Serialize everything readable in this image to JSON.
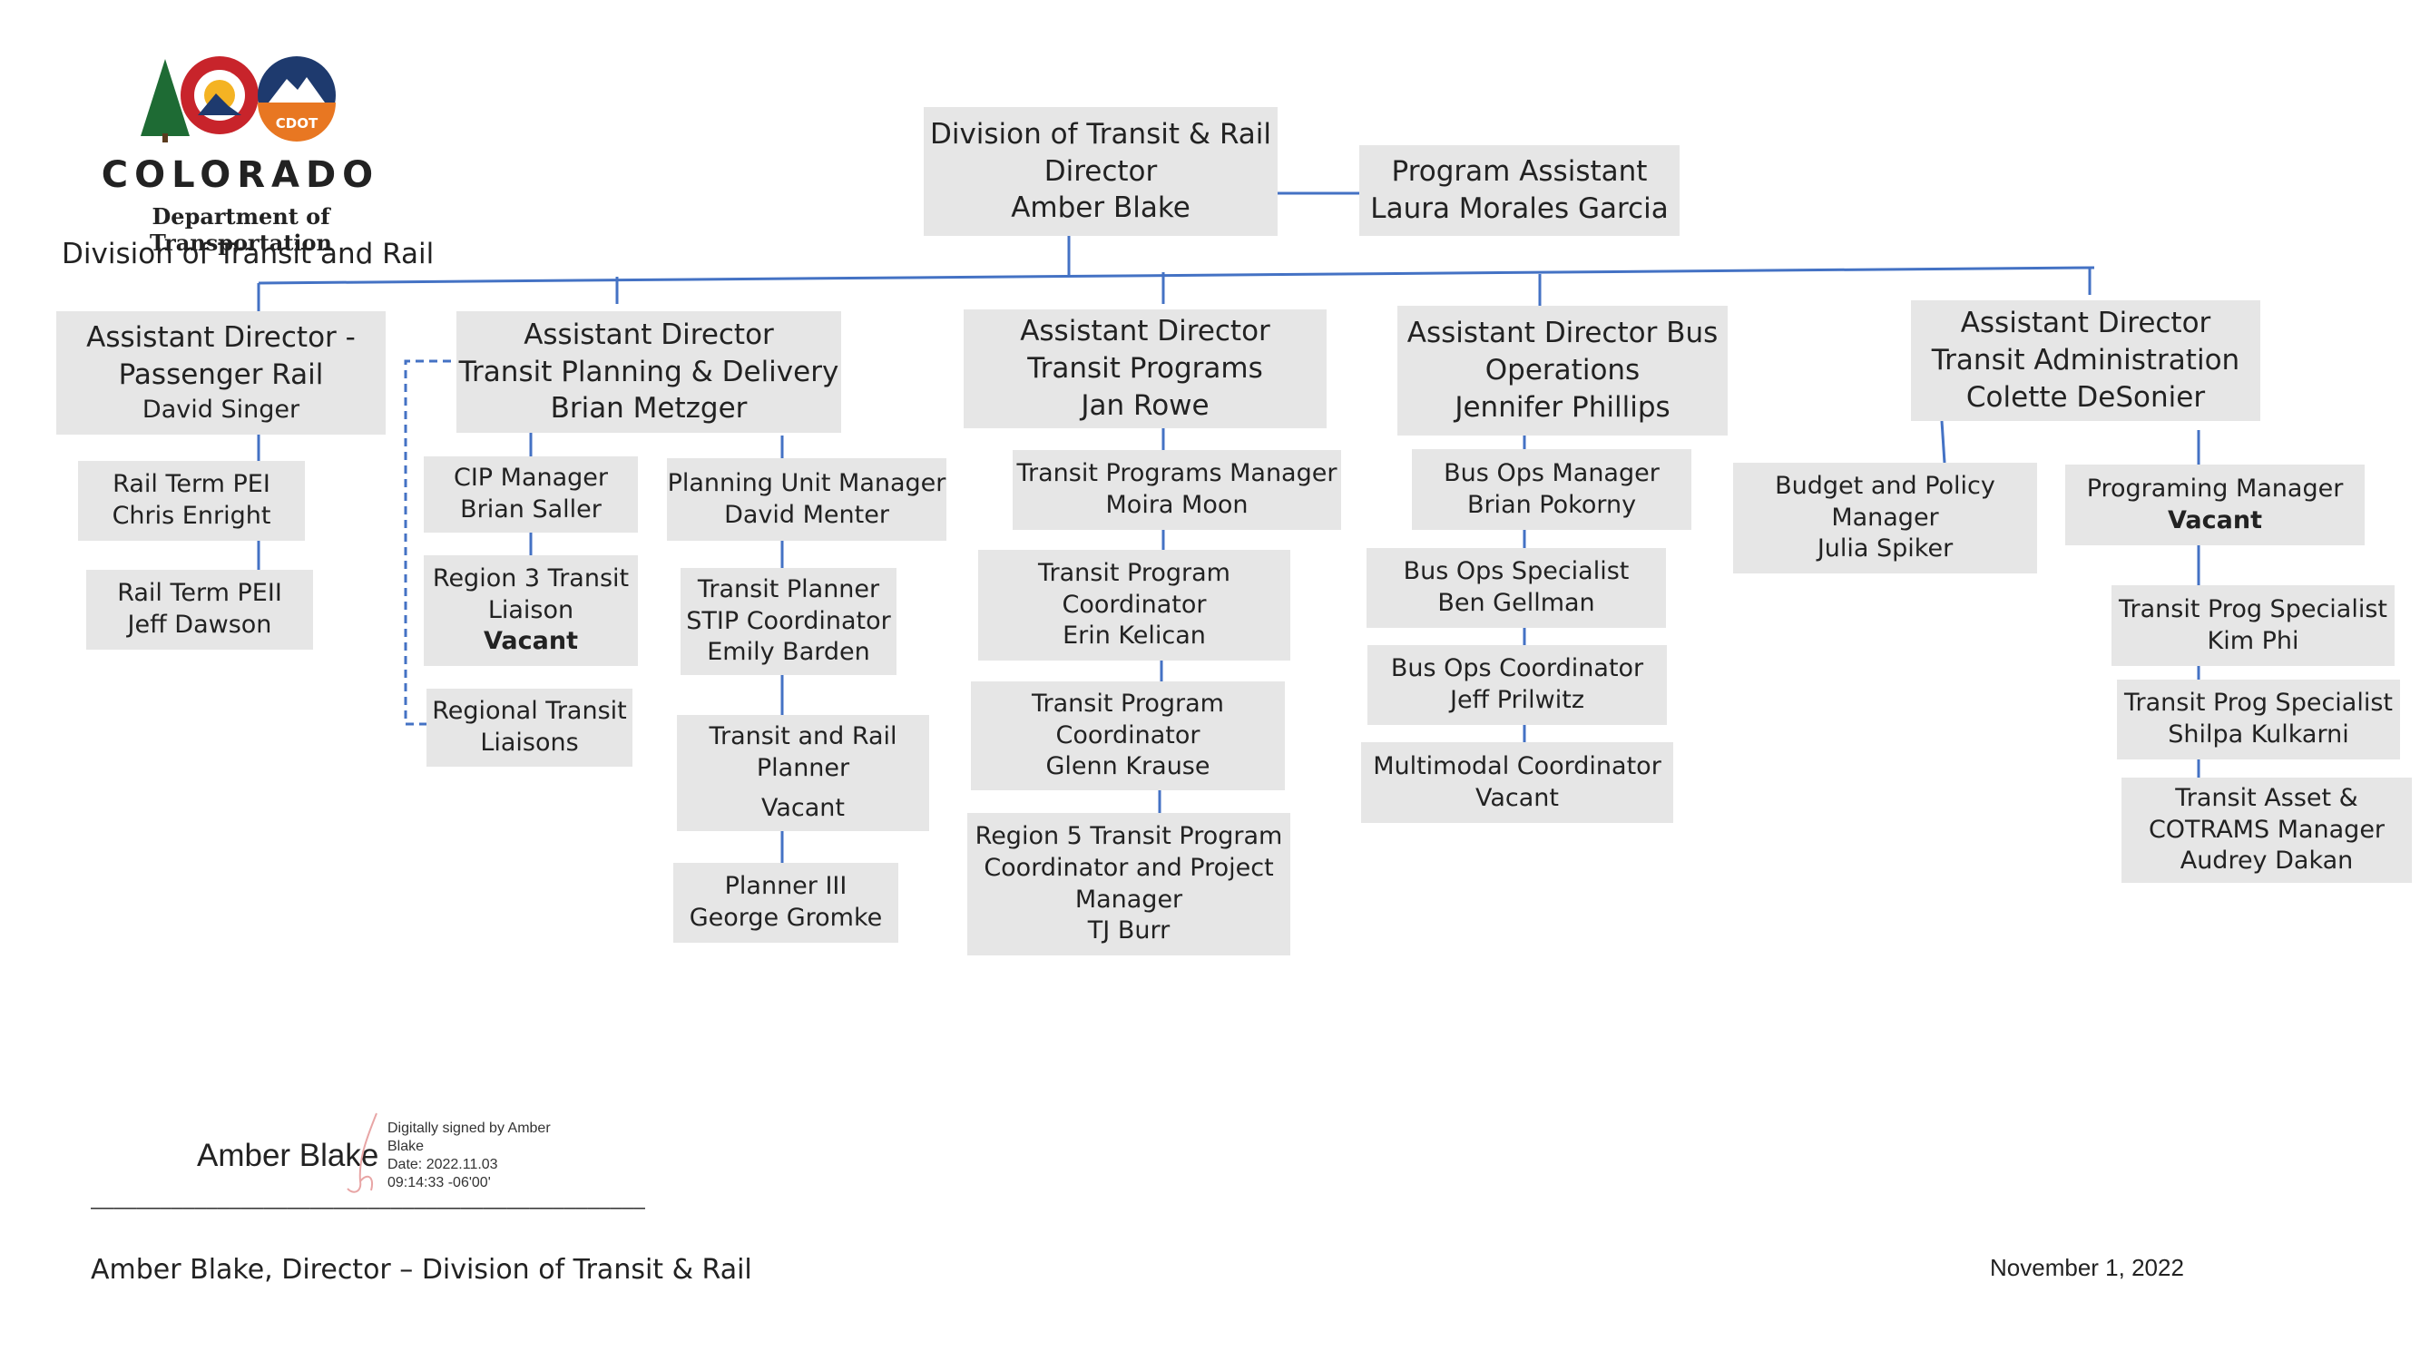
{
  "header": {
    "state_name": "COLORADO",
    "department": "Department of Transportation",
    "division": "Division of Transit and Rail",
    "logo_badge_text": "CDOT"
  },
  "director": {
    "title1": "Division of Transit & Rail",
    "title2": "Director",
    "name": "Amber Blake"
  },
  "program_assistant": {
    "title": "Program Assistant",
    "name": "Laura Morales Garcia"
  },
  "passenger_rail": {
    "head": {
      "title1": "Assistant Director -",
      "title2": "Passenger Rail",
      "name": "David Singer"
    },
    "rail_pei": {
      "title": "Rail Term PEI",
      "name": "Chris Enright"
    },
    "rail_peii": {
      "title": "Rail Term PEII",
      "name": "Jeff Dawson"
    }
  },
  "planning": {
    "head": {
      "title1": "Assistant Director",
      "title2": "Transit Planning & Delivery",
      "name": "Brian Metzger"
    },
    "cip": {
      "title": "CIP Manager",
      "name": "Brian Saller"
    },
    "region3": {
      "title1": "Region 3  Transit",
      "title2": "Liaison",
      "name": "Vacant"
    },
    "regional_liaisons": {
      "title1": "Regional Transit",
      "title2": "Liaisons"
    },
    "unit_manager": {
      "title": "Planning Unit Manager",
      "name": "David Menter"
    },
    "stip": {
      "title1": "Transit Planner",
      "title2": "STIP Coordinator",
      "name": "Emily Barden"
    },
    "rail_planner": {
      "title1": "Transit and Rail",
      "title2": "Planner",
      "name": "Vacant"
    },
    "planner3": {
      "title": "Planner III",
      "name": "George Gromke"
    }
  },
  "programs": {
    "head": {
      "title1": "Assistant Director",
      "title2": "Transit Programs",
      "name": "Jan Rowe"
    },
    "manager": {
      "title": "Transit Programs Manager",
      "name": "Moira Moon"
    },
    "coord1": {
      "title1": "Transit Program",
      "title2": "Coordinator",
      "name": "Erin Kelican"
    },
    "coord2": {
      "title1": "Transit Program",
      "title2": "Coordinator",
      "name": "Glenn Krause"
    },
    "region5": {
      "title1": "Region 5  Transit Program",
      "title2": "Coordinator and Project",
      "title3": "Manager",
      "name": "TJ Burr"
    }
  },
  "bus_ops": {
    "head": {
      "title1": "Assistant Director Bus",
      "title2": "Operations",
      "name": "Jennifer Phillips"
    },
    "manager": {
      "title": "Bus Ops Manager",
      "name": "Brian Pokorny"
    },
    "specialist": {
      "title": "Bus Ops Specialist",
      "name": "Ben Gellman"
    },
    "coordinator": {
      "title": "Bus Ops Coordinator",
      "name": "Jeff Prilwitz"
    },
    "multimodal": {
      "title": "Multimodal Coordinator",
      "name": "Vacant"
    }
  },
  "administration": {
    "head": {
      "title1": "Assistant Director",
      "title2": "Transit Administration",
      "name": "Colette DeSonier"
    },
    "budget": {
      "title1": "Budget and Policy",
      "title2": "Manager",
      "name": "Julia Spiker"
    },
    "programming": {
      "title": "Programing Manager",
      "name": "Vacant"
    },
    "spec1": {
      "title": "Transit Prog Specialist",
      "name": "Kim Phi"
    },
    "spec2": {
      "title": "Transit Prog Specialist",
      "name": "Shilpa Kulkarni"
    },
    "asset": {
      "title1": "Transit Asset &",
      "title2": "COTRAMS Manager",
      "name": "Audrey Dakan"
    }
  },
  "signature": {
    "signed_name": "Amber Blake",
    "digital_line1": "Digitally signed by Amber",
    "digital_line2": "Blake",
    "digital_line3": "Date: 2022.11.03",
    "digital_line4": "09:14:33 -06'00'",
    "rule": "________________________________________________",
    "caption": "Amber Blake, Director – Division of Transit & Rail"
  },
  "date": "November 1, 2022",
  "colors": {
    "connector": "#4472c4",
    "box_fill": "#e6e6e6",
    "text": "#222222"
  }
}
